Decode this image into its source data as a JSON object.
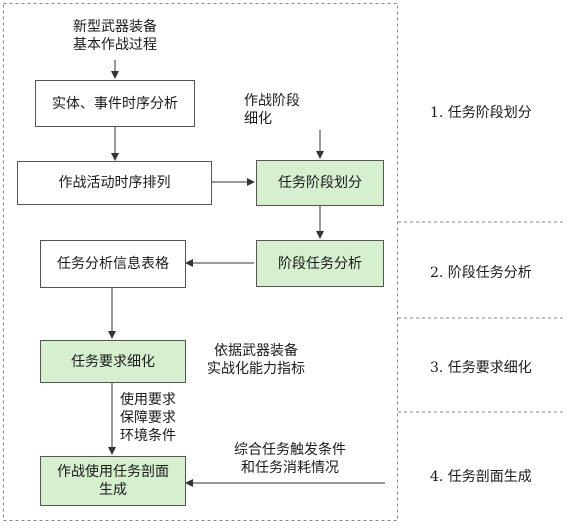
{
  "top_label": [
    "新型武器装备",
    "基本作战过程"
  ],
  "boxes": {
    "entity_event": "实体、事件时序分析",
    "activity_arrange": "作战活动时序排列",
    "task_phase_division": "任务阶段划分",
    "phase_task_analysis": "阶段任务分析",
    "task_info_table": "任务分析信息表格",
    "task_req_refine": "任务要求细化",
    "profile_gen": [
      "作战使用任务剖面",
      "生成"
    ]
  },
  "inputs": {
    "phase_refine": [
      "作战阶段",
      "细化"
    ],
    "capability_index": [
      "依据武器装备",
      "实战化能力指标"
    ],
    "usage_requirements": [
      "使用要求",
      "保障要求",
      "环境条件"
    ],
    "trigger_consumption": [
      "综合任务触发条件",
      "和任务消耗情况"
    ]
  },
  "stages": [
    "1. 任务阶段划分",
    "2. 阶段任务分析",
    "3. 任务要求细化",
    "4. 任务剖面生成"
  ],
  "colors": {
    "highlight_box": "#d5efcf",
    "border": "#555555",
    "dashed": "#888888"
  }
}
